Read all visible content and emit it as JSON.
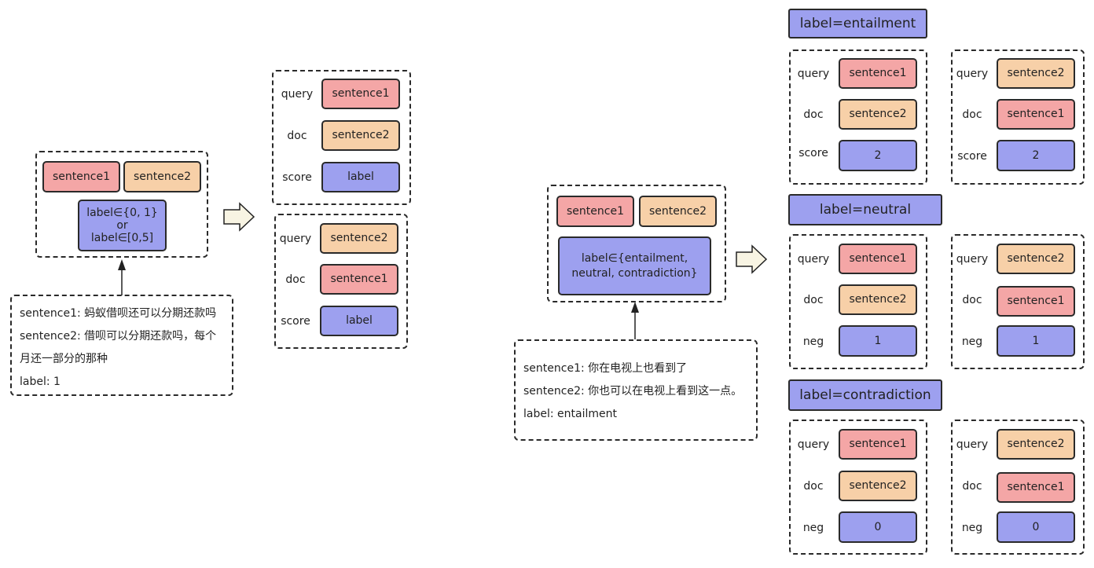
{
  "left": {
    "input": {
      "sentence1": "sentence1",
      "sentence2": "sentence2",
      "label_lines": [
        "label∈{0, 1}",
        "or",
        "label∈[0,5]"
      ]
    },
    "note": {
      "lines": [
        "sentence1: 蚂蚁借呗还可以分期还款吗",
        "sentence2: 借呗可以分期还款吗，每个",
        "月还一部分的那种",
        "label: 1"
      ]
    },
    "out1": {
      "query_label": "query",
      "doc_label": "doc",
      "score_label": "score",
      "query": "sentence1",
      "doc": "sentence2",
      "score": "label"
    },
    "out2": {
      "query_label": "query",
      "doc_label": "doc",
      "score_label": "score",
      "query": "sentence2",
      "doc": "sentence1",
      "score": "label"
    }
  },
  "right": {
    "input": {
      "sentence1": "sentence1",
      "sentence2": "sentence2",
      "label_lines": [
        "label∈{entailment,",
        "neutral, contradiction}"
      ]
    },
    "note": {
      "lines": [
        "sentence1: 你在电视上也看到了",
        "sentence2: 你也可以在电视上看到这一点。",
        "label: entailment"
      ]
    },
    "entailment": {
      "header": "label=entailment",
      "a": {
        "query_label": "query",
        "doc_label": "doc",
        "score_label": "score",
        "query": "sentence1",
        "doc": "sentence2",
        "score": "2"
      },
      "b": {
        "query_label": "query",
        "doc_label": "doc",
        "score_label": "score",
        "query": "sentence2",
        "doc": "sentence1",
        "score": "2"
      }
    },
    "neutral": {
      "header": "label=neutral",
      "a": {
        "query_label": "query",
        "doc_label": "doc",
        "neg_label": "neg",
        "query": "sentence1",
        "doc": "sentence2",
        "neg": "1"
      },
      "b": {
        "query_label": "query",
        "doc_label": "doc",
        "neg_label": "neg",
        "query": "sentence2",
        "doc": "sentence1",
        "neg": "1"
      }
    },
    "contradiction": {
      "header": "label=contradiction",
      "a": {
        "query_label": "query",
        "doc_label": "doc",
        "neg_label": "neg",
        "query": "sentence1",
        "doc": "sentence2",
        "neg": "0"
      },
      "b": {
        "query_label": "query",
        "doc_label": "doc",
        "neg_label": "neg",
        "query": "sentence2",
        "doc": "sentence1",
        "neg": "0"
      }
    }
  },
  "colors": {
    "sentence1": "#f4a6a6",
    "sentence2": "#f7d0a8",
    "label": "#9da0ef",
    "arrow_fill": "#f8f4e3"
  }
}
